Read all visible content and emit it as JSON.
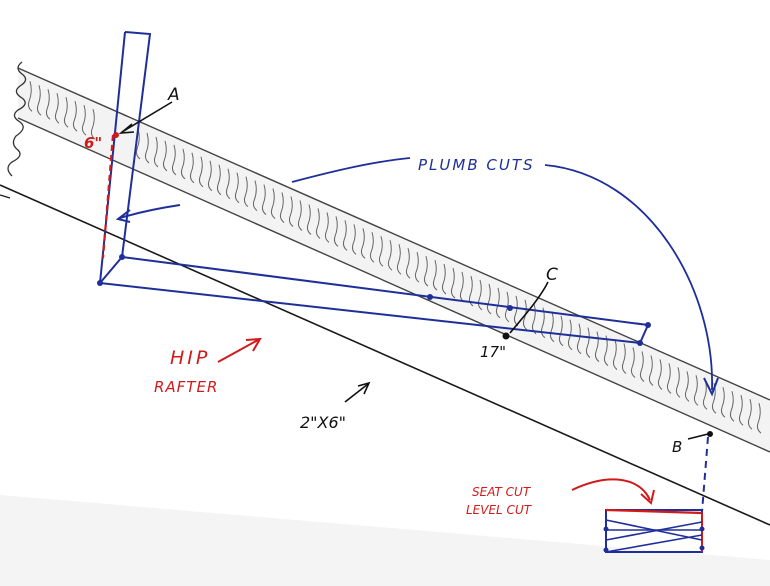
{
  "labels": {
    "point_a": "A",
    "point_b": "B",
    "point_c": "C",
    "dim_6": "6\"",
    "dim_17": "17\"",
    "plumb_cuts": "PLUMB CUTS",
    "hip": "HIP",
    "rafter": "RAFTER",
    "lumber_size": "2\"X6\"",
    "seat_cut": "SEAT CUT",
    "level_cut": "LEVEL CUT"
  },
  "colors": {
    "blue_ink": "#1f2f9a",
    "red_ink": "#d21a1a",
    "pencil": "#555555",
    "black_ink": "#1a1a1a",
    "paper": "#ffffff"
  }
}
